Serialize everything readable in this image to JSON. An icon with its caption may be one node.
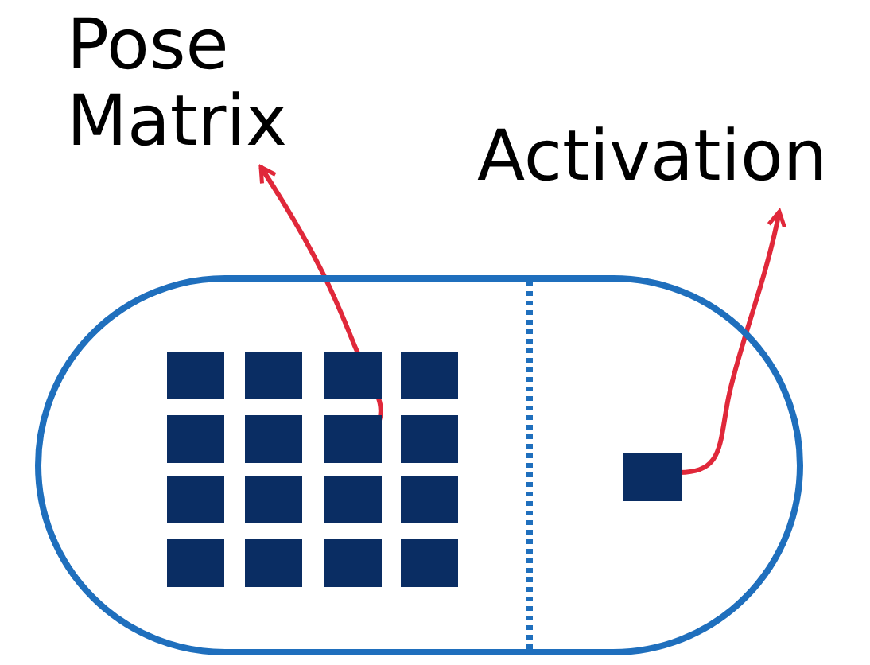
{
  "diagram": {
    "nodes": [
      {
        "text": [
          "Pose Matrix"
        ]
      },
      {
        "text": [
          "Activation"
        ]
      },
      {
        "text": [],
        "shape": "capsule"
      },
      {
        "text": [],
        "shape": "box",
        "in": 2
      },
      {
        "text": [],
        "shape": "box",
        "in": 2
      },
      {
        "text": [],
        "shape": "box",
        "in": 2
      },
      {
        "text": [],
        "shape": "box",
        "in": 2
      },
      {
        "text": [],
        "shape": "box",
        "in": 2
      },
      {
        "text": [],
        "shape": "box",
        "in": 2
      },
      {
        "text": [],
        "shape": "box",
        "in": 2
      },
      {
        "text": [],
        "shape": "box",
        "in": 2
      },
      {
        "text": [],
        "shape": "box",
        "in": 2
      },
      {
        "text": [],
        "shape": "box",
        "in": 2
      },
      {
        "text": [],
        "shape": "box",
        "in": 2
      },
      {
        "text": [],
        "shape": "box",
        "in": 2
      },
      {
        "text": [],
        "shape": "box",
        "in": 2
      },
      {
        "text": [],
        "shape": "box",
        "in": 2
      },
      {
        "text": [],
        "shape": "box",
        "in": 2
      },
      {
        "text": [],
        "shape": "box",
        "in": 2
      },
      {
        "text": [],
        "shape": "box",
        "in": 2
      }
    ],
    "edges": [
      {
        "from": 9,
        "to": 0,
        "arrow": "to"
      },
      {
        "from": 19,
        "to": 1,
        "arrow": "to"
      }
    ]
  }
}
